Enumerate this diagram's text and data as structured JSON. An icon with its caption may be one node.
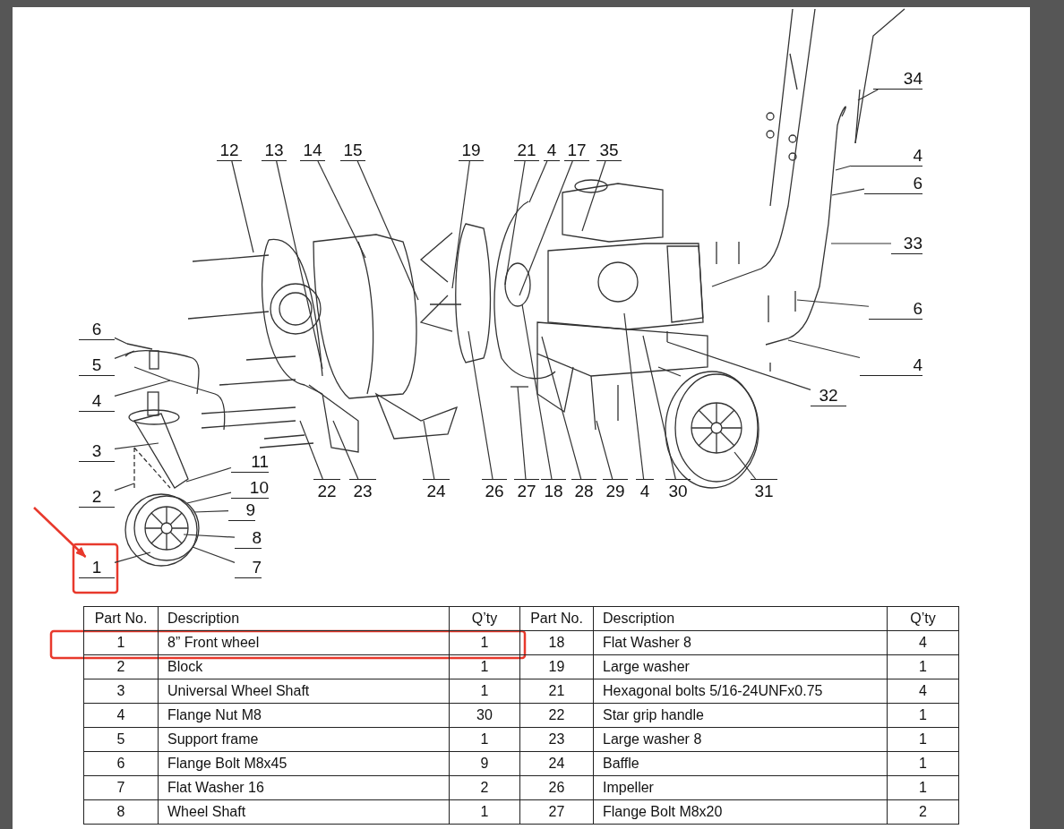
{
  "diagram": {
    "nodes": [
      {
        "text": [
          "12"
        ]
      },
      {
        "text": [
          "13"
        ]
      },
      {
        "text": [
          "14"
        ]
      },
      {
        "text": [
          "15"
        ]
      },
      {
        "text": [
          "19"
        ]
      },
      {
        "text": [
          "21"
        ]
      },
      {
        "text": [
          "4"
        ]
      },
      {
        "text": [
          "17"
        ]
      },
      {
        "text": [
          "35"
        ]
      },
      {
        "text": [
          "34"
        ]
      },
      {
        "text": [
          "4"
        ]
      },
      {
        "text": [
          "6"
        ]
      },
      {
        "text": [
          "33"
        ]
      },
      {
        "text": [
          "6"
        ]
      },
      {
        "text": [
          "4"
        ]
      },
      {
        "text": [
          "32"
        ]
      },
      {
        "text": [
          "6"
        ]
      },
      {
        "text": [
          "5"
        ]
      },
      {
        "text": [
          "4"
        ]
      },
      {
        "text": [
          "3"
        ]
      },
      {
        "text": [
          "2"
        ]
      },
      {
        "text": [
          "11"
        ]
      },
      {
        "text": [
          "10"
        ]
      },
      {
        "text": [
          "9"
        ]
      },
      {
        "text": [
          "8"
        ]
      },
      {
        "text": [
          "7"
        ]
      },
      {
        "text": [
          "1"
        ]
      },
      {
        "text": [
          "22"
        ]
      },
      {
        "text": [
          "23"
        ]
      },
      {
        "text": [
          "24"
        ]
      },
      {
        "text": [
          "26"
        ]
      },
      {
        "text": [
          "27"
        ]
      },
      {
        "text": [
          "18"
        ]
      },
      {
        "text": [
          "28"
        ]
      },
      {
        "text": [
          "29"
        ]
      },
      {
        "text": [
          "4"
        ]
      },
      {
        "text": [
          "30"
        ]
      },
      {
        "text": [
          "31"
        ]
      }
    ],
    "edges": [
      {
        "from": 0,
        "to": null,
        "arrow": "none"
      },
      {
        "from": 1,
        "to": null,
        "arrow": "none"
      },
      {
        "from": 2,
        "to": null,
        "arrow": "none"
      },
      {
        "from": 3,
        "to": null,
        "arrow": "none"
      },
      {
        "from": 4,
        "to": null,
        "arrow": "none"
      },
      {
        "from": 5,
        "to": null,
        "arrow": "none"
      },
      {
        "from": 6,
        "to": null,
        "arrow": "none"
      },
      {
        "from": 7,
        "to": null,
        "arrow": "none"
      },
      {
        "from": 8,
        "to": null,
        "arrow": "none"
      },
      {
        "from": 9,
        "to": null,
        "arrow": "none"
      },
      {
        "from": 10,
        "to": null,
        "arrow": "none"
      },
      {
        "from": 11,
        "to": null,
        "arrow": "none"
      },
      {
        "from": 12,
        "to": null,
        "arrow": "none"
      },
      {
        "from": 13,
        "to": null,
        "arrow": "none"
      },
      {
        "from": 14,
        "to": null,
        "arrow": "none"
      },
      {
        "from": 15,
        "to": null,
        "arrow": "none"
      },
      {
        "from": 16,
        "to": null,
        "arrow": "none"
      },
      {
        "from": 17,
        "to": null,
        "arrow": "none"
      },
      {
        "from": 18,
        "to": null,
        "arrow": "none"
      },
      {
        "from": 19,
        "to": null,
        "arrow": "none"
      },
      {
        "from": 20,
        "to": null,
        "arrow": "none"
      },
      {
        "from": 21,
        "to": null,
        "arrow": "none"
      },
      {
        "from": 22,
        "to": null,
        "arrow": "none"
      },
      {
        "from": 23,
        "to": null,
        "arrow": "none"
      },
      {
        "from": 24,
        "to": null,
        "arrow": "none"
      },
      {
        "from": 25,
        "to": null,
        "arrow": "none"
      },
      {
        "from": 26,
        "to": null,
        "arrow": "none"
      },
      {
        "from": 27,
        "to": null,
        "arrow": "none"
      },
      {
        "from": 28,
        "to": null,
        "arrow": "none"
      },
      {
        "from": 29,
        "to": null,
        "arrow": "none"
      },
      {
        "from": 30,
        "to": null,
        "arrow": "none"
      },
      {
        "from": 31,
        "to": null,
        "arrow": "none"
      },
      {
        "from": 32,
        "to": null,
        "arrow": "none"
      },
      {
        "from": 33,
        "to": null,
        "arrow": "none"
      },
      {
        "from": 34,
        "to": null,
        "arrow": "none"
      },
      {
        "from": 35,
        "to": null,
        "arrow": "none"
      },
      {
        "from": 36,
        "to": null,
        "arrow": "none"
      },
      {
        "from": 37,
        "to": null,
        "arrow": "none"
      },
      {
        "from": null,
        "to": 26,
        "arrow": "to",
        "color": "#e8392c"
      }
    ],
    "labels": [
      "Part No.",
      "Description",
      "Q’ty",
      "Part No.",
      "Description",
      "Q’ty",
      "1",
      "8” Front wheel",
      "1",
      "18",
      "Flat Washer 8",
      "4",
      "2",
      "Block",
      "1",
      "19",
      "Large washer",
      "1",
      "3",
      "Universal Wheel Shaft",
      "1",
      "21",
      "Hexagonal bolts 5/16-24UNFx0.75",
      "4",
      "4",
      "Flange Nut M8",
      "30",
      "22",
      "Star grip handle",
      "1",
      "5",
      "Support frame",
      "1",
      "23",
      "Large washer 8",
      "1",
      "6",
      "Flange Bolt M8x45",
      "9",
      "24",
      "Baffle",
      "1",
      "7",
      "Flat Washer 16",
      "2",
      "26",
      "Impeller",
      "1",
      "8",
      "Wheel Shaft",
      "1",
      "27",
      "Flange Bolt M8x20",
      "2"
    ]
  }
}
